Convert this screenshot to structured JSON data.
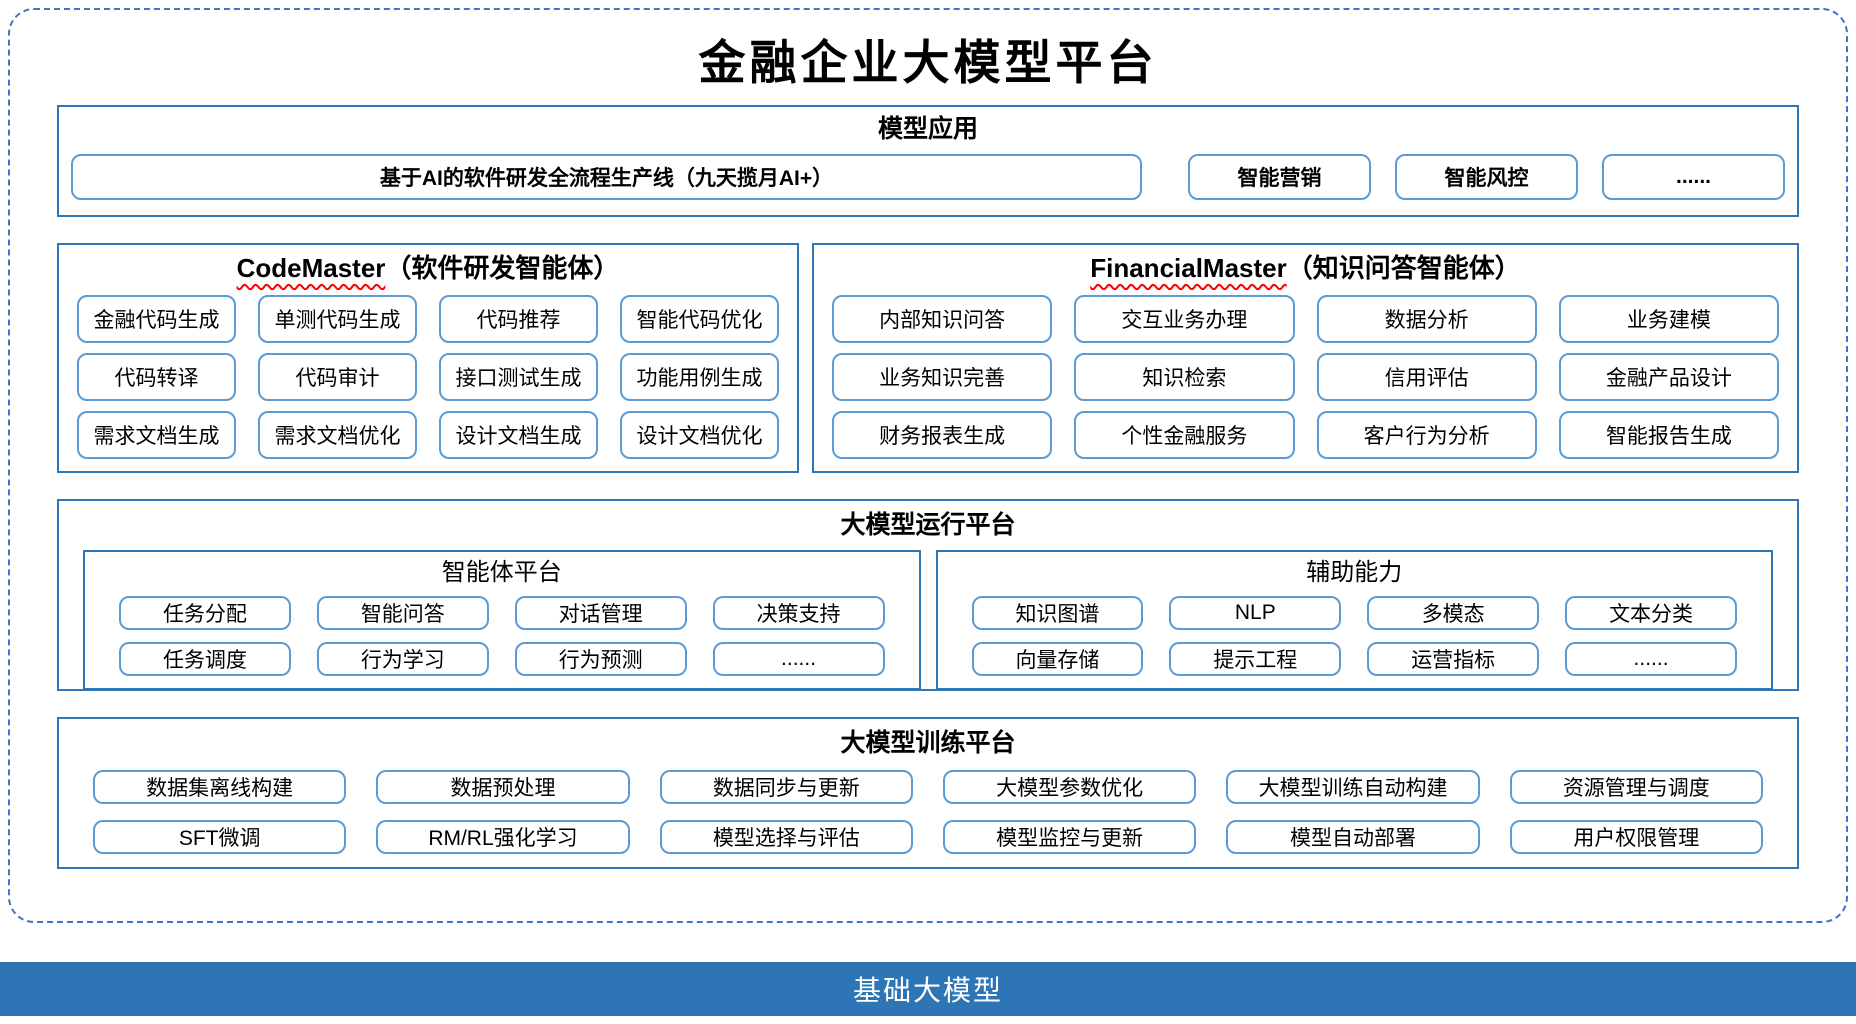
{
  "title": "金融企业大模型平台",
  "colors": {
    "section_border": "#2E75B6",
    "button_border": "#5B9BD5",
    "dashed_frame": "#4472C4",
    "base_bar": "#2E75B6",
    "squiggle": "#FF0000"
  },
  "model_app": {
    "title": "模型应用",
    "main_button": "基于AI的软件研发全流程生产线（九天揽月AI+）",
    "buttons": [
      "智能营销",
      "智能风控",
      "......"
    ]
  },
  "code_master": {
    "title_en": "CodeMaster",
    "title_zh": "（软件研发智能体）",
    "items": [
      "金融代码生成",
      "单测代码生成",
      "代码推荐",
      "智能代码优化",
      "代码转译",
      "代码审计",
      "接口测试生成",
      "功能用例生成",
      "需求文档生成",
      "需求文档优化",
      "设计文档生成",
      "设计文档优化"
    ]
  },
  "financial_master": {
    "title_en": "FinancialMaster",
    "title_zh": "（知识问答智能体）",
    "items": [
      "内部知识问答",
      "交互业务办理",
      "数据分析",
      "业务建模",
      "业务知识完善",
      "知识检索",
      "信用评估",
      "金融产品设计",
      "财务报表生成",
      "个性金融服务",
      "客户行为分析",
      "智能报告生成"
    ]
  },
  "run_platform": {
    "title": "大模型运行平台",
    "agent_platform": {
      "title": "智能体平台",
      "items": [
        "任务分配",
        "智能问答",
        "对话管理",
        "决策支持",
        "任务调度",
        "行为学习",
        "行为预测",
        "......"
      ]
    },
    "aux_ability": {
      "title": "辅助能力",
      "items": [
        "知识图谱",
        "NLP",
        "多模态",
        "文本分类",
        "向量存储",
        "提示工程",
        "运营指标",
        "......"
      ]
    }
  },
  "train_platform": {
    "title": "大模型训练平台",
    "items": [
      "数据集离线构建",
      "数据预处理",
      "数据同步与更新",
      "大模型参数优化",
      "大模型训练自动构建",
      "资源管理与调度",
      "SFT微调",
      "RM/RL强化学习",
      "模型选择与评估",
      "模型监控与更新",
      "模型自动部署",
      "用户权限管理"
    ]
  },
  "base_model": {
    "label": "基础大模型"
  }
}
